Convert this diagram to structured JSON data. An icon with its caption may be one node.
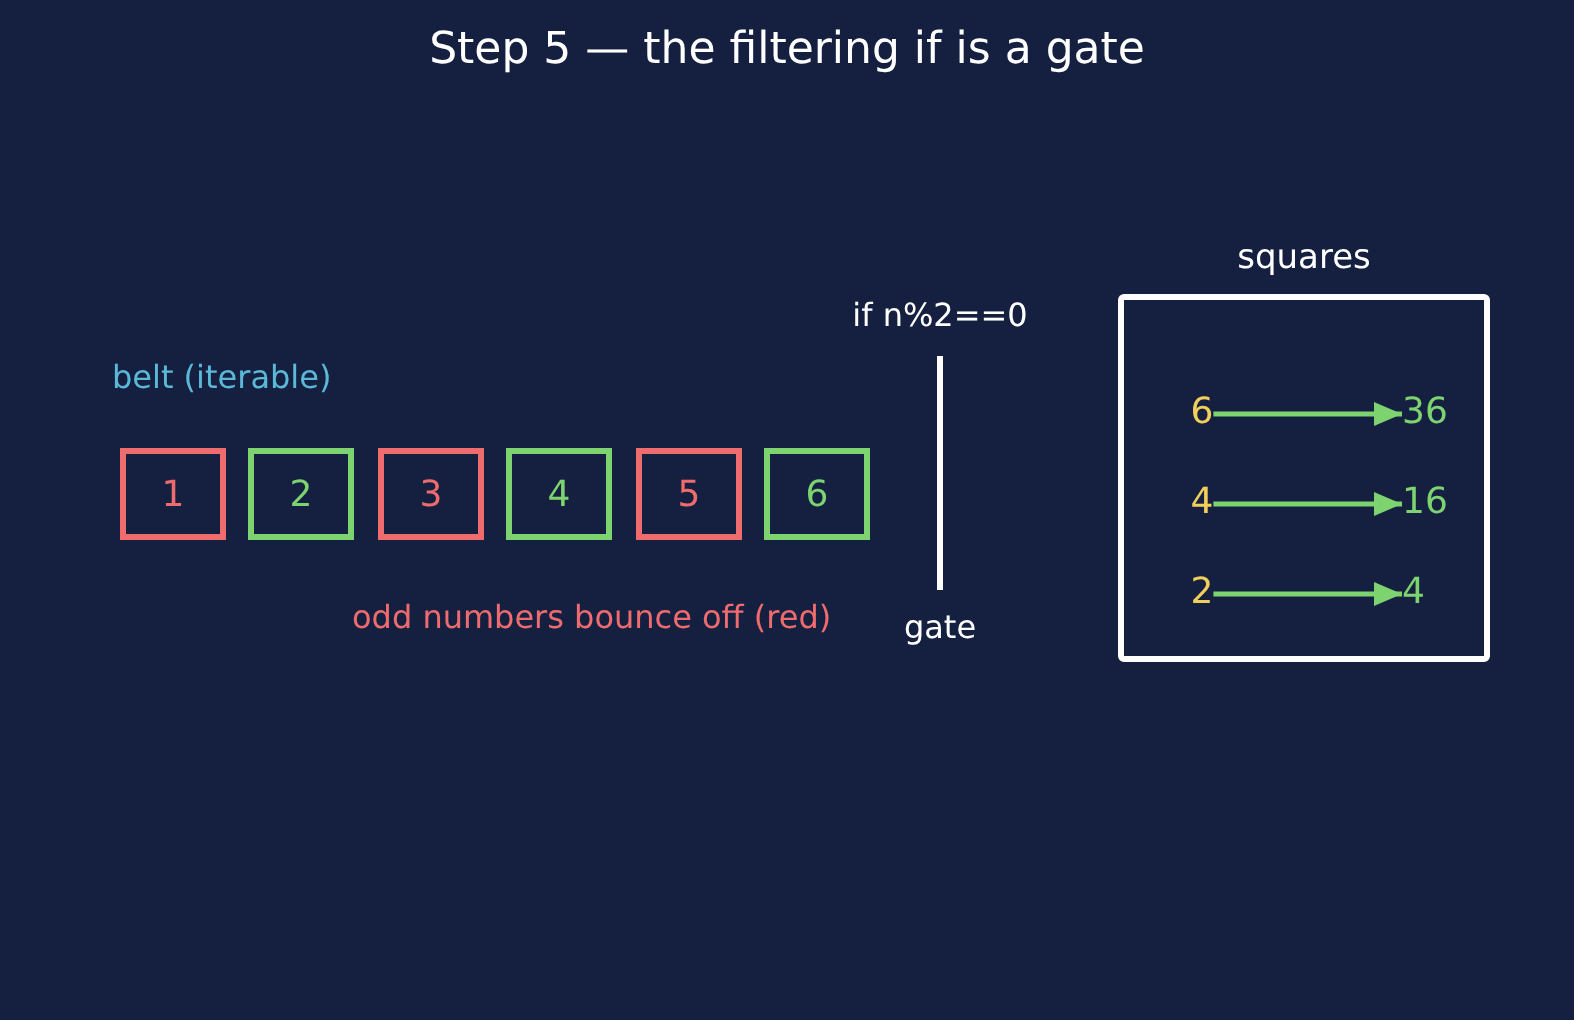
{
  "diagram": {
    "title": "Step 5 — the filtering if is a gate",
    "nodes": [
      {
        "text": [
          "1"
        ]
      },
      {
        "text": [
          "2"
        ]
      },
      {
        "text": [
          "3"
        ]
      },
      {
        "text": [
          "4"
        ]
      },
      {
        "text": [
          "5"
        ]
      },
      {
        "text": [
          "6"
        ]
      },
      {
        "text": [
          "squares"
        ]
      },
      {
        "text": [
          "6"
        ],
        "in": 6
      },
      {
        "text": [
          "36"
        ],
        "in": 6
      },
      {
        "text": [
          "4"
        ],
        "in": 6
      },
      {
        "text": [
          "16"
        ],
        "in": 6
      },
      {
        "text": [
          "2"
        ],
        "in": 6
      },
      {
        "text": [
          "4"
        ],
        "in": 6
      }
    ],
    "edges": [
      {
        "from": 7,
        "to": 8,
        "arrow": "to"
      },
      {
        "from": 9,
        "to": 10,
        "arrow": "to"
      },
      {
        "from": 11,
        "to": 12,
        "arrow": "to"
      }
    ],
    "labels": [
      "belt (iterable)",
      "if n%2==0",
      "gate",
      "odd numbers bounce off (red)"
    ]
  }
}
